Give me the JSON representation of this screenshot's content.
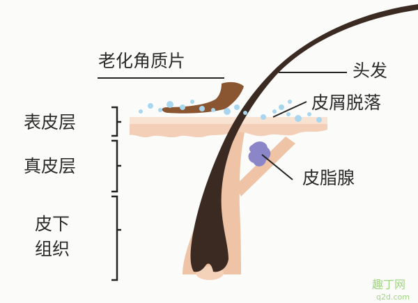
{
  "labels": {
    "aged_keratin": "老化角质片",
    "hair": "头发",
    "dandruff": "皮屑脱落",
    "epidermis": "表皮层",
    "dermis": "真皮层",
    "sebaceous_gland": "皮脂腺",
    "subcutaneous_line1": "皮下",
    "subcutaneous_line2": "组织"
  },
  "watermark": {
    "text": "趣丁网",
    "url": "q2d.com"
  },
  "colors": {
    "background": "#fbfbf9",
    "hair": "#3a2a22",
    "follicle_skin": "#efc4a6",
    "follicle_edge": "#e5ad8d",
    "papilla": "#f4d2ba",
    "epidermis": "#f3cfb7",
    "epidermis_top": "#f8e2d2",
    "keratin_flake": "#8a5632",
    "bubbles": "#a9d6ef",
    "gland": "#8a86c8",
    "leader": "#222222",
    "watermark": "#8fcf6a"
  }
}
